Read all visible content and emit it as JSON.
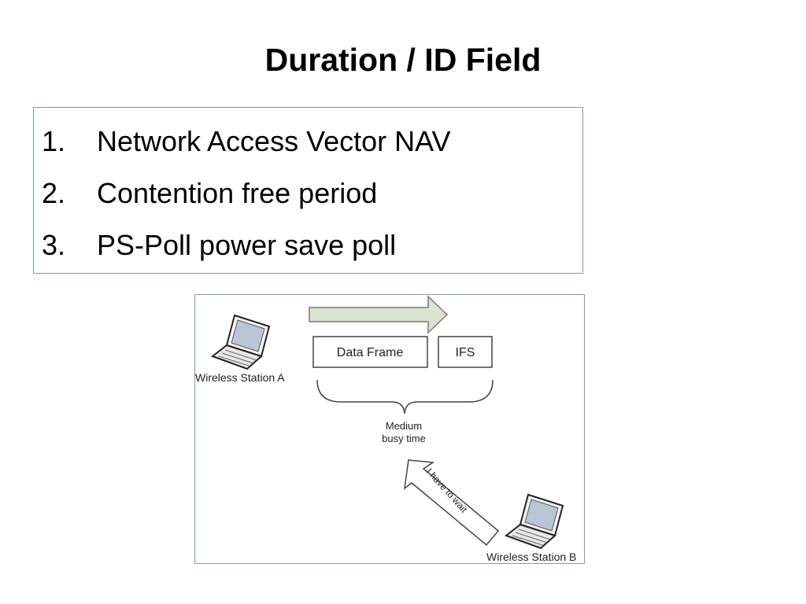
{
  "slide": {
    "title": "Duration / ID Field",
    "bullets": [
      {
        "number": "1.",
        "text": "Network Access Vector NAV"
      },
      {
        "number": "2.",
        "text": "Contention free period"
      },
      {
        "number": "3.",
        "text": "PS-Poll power save poll"
      }
    ]
  },
  "diagram": {
    "station_a_label": "Wireless Station A",
    "station_b_label": "Wireless Station B",
    "data_frame_label": "Data Frame",
    "ifs_label": "IFS",
    "medium_line1": "Medium",
    "medium_line2": "busy time",
    "wait_label": "I have to wait",
    "colors": {
      "frame_arrow_fill": "#d9e3cf",
      "frame_arrow_stroke": "#7c7c7c",
      "border": "#7f98b4"
    }
  }
}
